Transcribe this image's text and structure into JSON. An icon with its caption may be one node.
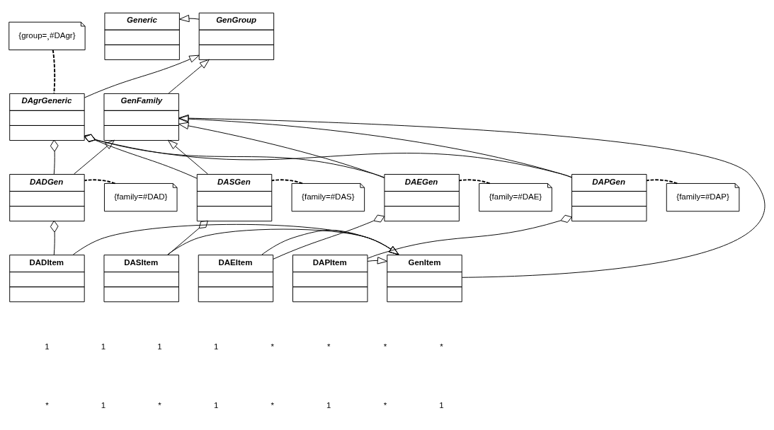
{
  "diagram": {
    "nodes": [
      {
        "text": [
          "{group=¸#DAgr}"
        ]
      },
      {
        "text": [
          "Generic"
        ]
      },
      {
        "text": [
          "GenGroup"
        ]
      },
      {
        "text": [
          "DAgrGeneric"
        ]
      },
      {
        "text": [
          "GenFamily"
        ]
      },
      {
        "text": [
          "DADGen"
        ]
      },
      {
        "text": [
          "{family=#DAD}"
        ]
      },
      {
        "text": [
          "DASGen"
        ]
      },
      {
        "text": [
          "{family=#DAS}"
        ]
      },
      {
        "text": [
          "DAEGen"
        ]
      },
      {
        "text": [
          "{family=#DAE}"
        ]
      },
      {
        "text": [
          "DAPGen"
        ]
      },
      {
        "text": [
          "{family=#DAP}"
        ]
      },
      {
        "text": [
          "GenItem"
        ]
      },
      {
        "text": [
          "DADItem"
        ]
      },
      {
        "text": [
          "DASItem"
        ]
      },
      {
        "text": [
          "DAEItem"
        ]
      },
      {
        "text": [
          "DAPItem"
        ]
      }
    ],
    "edges": [
      {
        "from": 0,
        "to": 3,
        "arrow": "none",
        "style": "dashed"
      },
      {
        "from": 2,
        "to": 1,
        "arrow": "to"
      },
      {
        "from": 3,
        "to": 2,
        "arrow": "to"
      },
      {
        "from": 4,
        "to": 2,
        "arrow": "to"
      },
      {
        "from": 3,
        "to": 5,
        "arrow": "other"
      },
      {
        "from": 3,
        "to": 7,
        "arrow": "other"
      },
      {
        "from": 3,
        "to": 9,
        "arrow": "other"
      },
      {
        "from": 3,
        "to": 11,
        "arrow": "other"
      },
      {
        "from": 5,
        "to": 4,
        "arrow": "to"
      },
      {
        "from": 7,
        "to": 4,
        "arrow": "to"
      },
      {
        "from": 9,
        "to": 4,
        "arrow": "to"
      },
      {
        "from": 11,
        "to": 4,
        "arrow": "to"
      },
      {
        "from": 6,
        "to": 5,
        "arrow": "none",
        "style": "dashed"
      },
      {
        "from": 8,
        "to": 7,
        "arrow": "none",
        "style": "dashed"
      },
      {
        "from": 10,
        "to": 9,
        "arrow": "none",
        "style": "dashed"
      },
      {
        "from": 12,
        "to": 11,
        "arrow": "none",
        "style": "dashed"
      },
      {
        "from": 13,
        "to": 4,
        "arrow": "to"
      },
      {
        "from": 5,
        "to": 14,
        "arrow": "other"
      },
      {
        "from": 7,
        "to": 15,
        "arrow": "other"
      },
      {
        "from": 9,
        "to": 16,
        "arrow": "other"
      },
      {
        "from": 11,
        "to": 17,
        "arrow": "other"
      },
      {
        "from": 14,
        "to": 13,
        "arrow": "to"
      },
      {
        "from": 15,
        "to": 13,
        "arrow": "to"
      },
      {
        "from": 16,
        "to": 13,
        "arrow": "to"
      },
      {
        "from": 17,
        "to": 13,
        "arrow": "to"
      }
    ],
    "labels": [
      "1",
      "1",
      "1",
      "1",
      "*",
      "*",
      "*",
      "*",
      "*",
      "1",
      "*",
      "1",
      "*",
      "1",
      "*",
      "1"
    ]
  }
}
